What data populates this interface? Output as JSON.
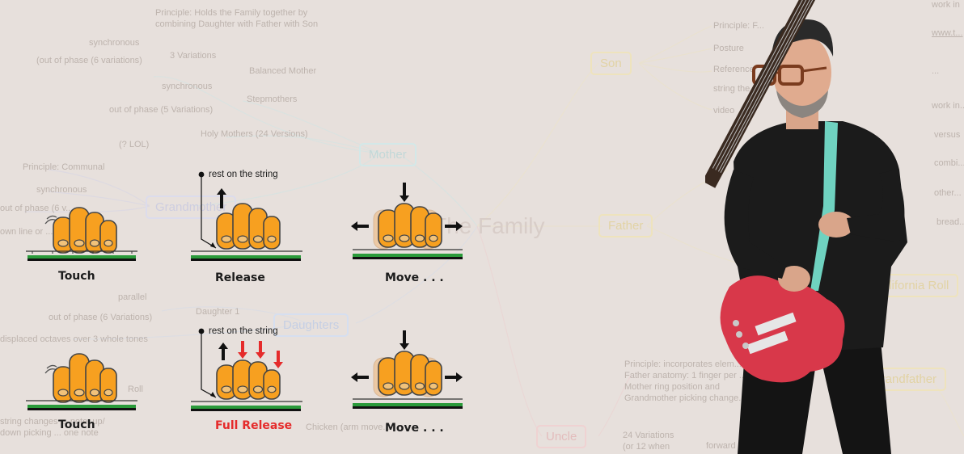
{
  "mindmap": {
    "center": "The Family",
    "nodes": {
      "mother": "Mother",
      "son": "Son",
      "father": "Father",
      "grandmother": "Grandmother",
      "daughters": "Daughters",
      "uncle": "Uncle",
      "grandfather": "Grandfather",
      "california_roll": "California Roll"
    },
    "labels": {
      "principle_holds": "Principle: Holds the Family together by",
      "principle_holds_2": "combining Daughter with Father with Son",
      "synchronous_1": "synchronous",
      "three_variations": "3 Variations",
      "out_of_phase_6": "(out of phase (6 variations)",
      "balanced_mother": "Balanced Mother",
      "synchronous_2": "synchronous",
      "stepmothers": "Stepmothers",
      "out_of_phase_5": "out of phase (5 Variations)",
      "holy_mothers": "Holy Mothers (24 Versions)",
      "lol": "(? LOL)",
      "principle_communal": "Principle: Communal",
      "synchronous_3": "synchronous",
      "out_of_phase_left": "out of phase (6 v...",
      "own_line": "own line or ...",
      "parallel": "parallel",
      "out_of_phase_6b": "out of phase (6 Variations)",
      "daughter_1": "Daughter 1",
      "displaced": "displaced octaves over 3 whole tones",
      "roll": "Roll",
      "string_changes": "string changes ... note: up/",
      "downpicking": "down picking ... one note",
      "chicken": "Chicken (arm move...",
      "principle_f": "Principle: F...",
      "posture": "Posture",
      "reference": "Reference",
      "string_the": "string the...",
      "video": "video",
      "principle_incorporates": "Principle: incorporates elem...",
      "father_anatomy": "Father anatomy: 1 finger per ...",
      "mother_position": "Mother ring position and",
      "grandmother_picking": "Grandmother picking change...",
      "variations_24": "24 Variations",
      "or_12": "(or 12 when",
      "forward": "forward",
      "right_1": "work in",
      "right_2": "www.t...",
      "right_3": "...",
      "right_4": "work in...",
      "right_5": "versus",
      "right_6": "combi...",
      "right_7": "other...",
      "right_8": "bread..."
    }
  },
  "diagram": {
    "rest_on_string": "rest on the string",
    "captions": {
      "touch_1": "Touch",
      "release": "Release",
      "move_1": "Move . . .",
      "touch_2": "Touch",
      "full_release": "Full Release",
      "move_2": "Move . . ."
    }
  },
  "colors": {
    "background": "#e7e0dc",
    "finger_fill": "#f7a020",
    "finger_stroke": "#444444",
    "string_green": "#2a9a3a",
    "red_accent": "#e52b2b",
    "guitar_body": "#d8384a"
  }
}
